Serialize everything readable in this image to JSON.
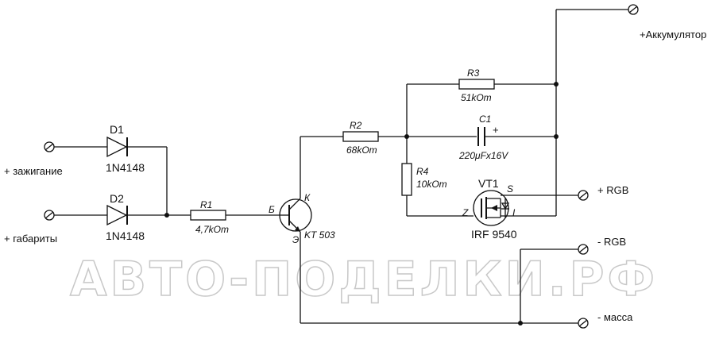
{
  "terminals": {
    "ignition": "+ зажигание",
    "side_lights": "+ габариты",
    "battery": "+Аккумулятор",
    "rgb_plus": "+ RGB",
    "rgb_minus": "- RGB",
    "ground": "- масса"
  },
  "components": {
    "d1": {
      "ref": "D1",
      "value": "1N4148"
    },
    "d2": {
      "ref": "D2",
      "value": "1N4148"
    },
    "r1": {
      "ref": "R1",
      "value": "4,7kOm"
    },
    "r2": {
      "ref": "R2",
      "value": "68kOm"
    },
    "r3": {
      "ref": "R3",
      "value": "51kOm"
    },
    "r4": {
      "ref": "R4",
      "value": "10kOm"
    },
    "c1": {
      "ref": "C1",
      "value": "220μFx16V",
      "polarity": "+"
    },
    "vt1": {
      "ref": "VT1",
      "value": "IRF 9540",
      "pin_s": "S",
      "pin_z": "Z",
      "pin_i": "I"
    },
    "q1": {
      "value": "KT 503",
      "pin_b": "Б",
      "pin_k": "К",
      "pin_e": "Э"
    }
  },
  "watermark": "АВТО-ПОДЕЛКИ.РФ"
}
